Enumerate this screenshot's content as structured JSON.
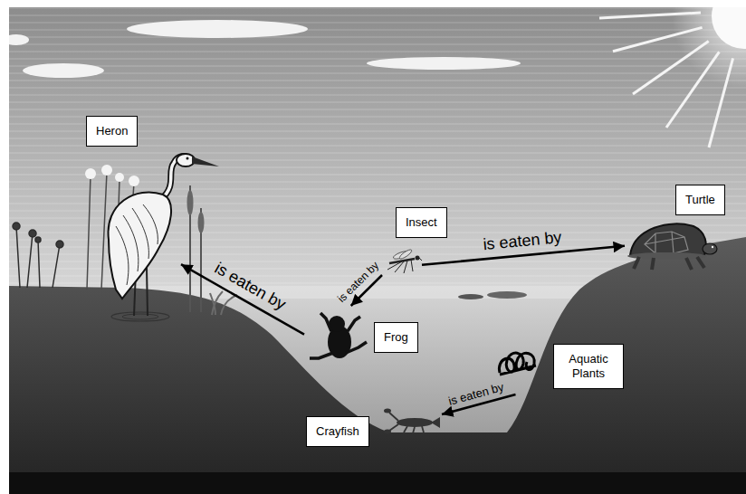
{
  "diagram": {
    "nodes": [
      {
        "text": [
          "Heron"
        ]
      },
      {
        "text": [
          "Insect"
        ]
      },
      {
        "text": [
          "Turtle"
        ]
      },
      {
        "text": [
          "Frog"
        ]
      },
      {
        "text": [
          "Aquatic Plants"
        ]
      },
      {
        "text": [
          "Crayfish"
        ]
      }
    ],
    "edges": [
      {
        "from": 1,
        "to": 2,
        "arrow": "to",
        "label": "is eaten by"
      },
      {
        "from": 1,
        "to": 3,
        "arrow": "to",
        "label": "is eaten by"
      },
      {
        "from": 3,
        "to": 0,
        "arrow": "to",
        "label": "is eaten by"
      },
      {
        "from": 4,
        "to": 5,
        "arrow": "to",
        "label": "is eaten by"
      }
    ]
  }
}
